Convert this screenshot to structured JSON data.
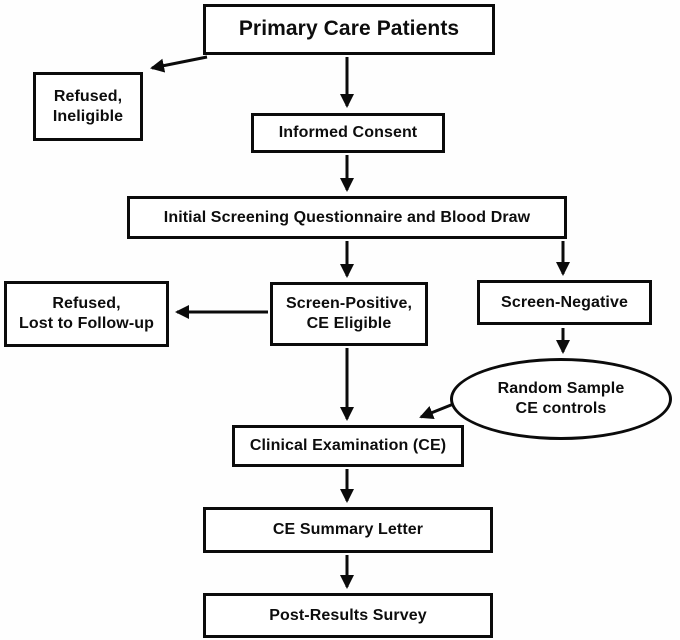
{
  "figure": {
    "type": "flowchart",
    "background_color": "#ffffff",
    "line_color": "#0b0b0b",
    "node_fill": "#ffffff",
    "text_color": "#0d0d0d"
  },
  "nodes": {
    "primary_care": {
      "label": "Primary Care Patients",
      "shape": "rect"
    },
    "refused_ineligible": {
      "label": "Refused,\nIneligible",
      "shape": "rect"
    },
    "informed_consent": {
      "label": "Informed Consent",
      "shape": "rect"
    },
    "initial_screening": {
      "label": "Initial Screening Questionnaire and Blood Draw",
      "shape": "rect"
    },
    "refused_lost": {
      "label": "Refused,\nLost to Follow-up",
      "shape": "rect"
    },
    "screen_positive": {
      "label": "Screen-Positive,\nCE Eligible",
      "shape": "rect"
    },
    "screen_negative": {
      "label": "Screen-Negative",
      "shape": "rect"
    },
    "random_sample": {
      "label": "Random Sample\nCE controls",
      "shape": "ellipse"
    },
    "clinical_exam": {
      "label": "Clinical Examination (CE)",
      "shape": "rect"
    },
    "ce_summary": {
      "label": "CE Summary Letter",
      "shape": "rect"
    },
    "post_results": {
      "label": "Post-Results Survey",
      "shape": "rect"
    }
  },
  "edges": [
    {
      "from": "primary_care",
      "to": "informed_consent"
    },
    {
      "from": "primary_care",
      "to": "refused_ineligible"
    },
    {
      "from": "informed_consent",
      "to": "initial_screening"
    },
    {
      "from": "initial_screening",
      "to": "screen_positive"
    },
    {
      "from": "initial_screening",
      "to": "screen_negative"
    },
    {
      "from": "screen_positive",
      "to": "refused_lost"
    },
    {
      "from": "screen_negative",
      "to": "random_sample"
    },
    {
      "from": "random_sample",
      "to": "clinical_exam"
    },
    {
      "from": "screen_positive",
      "to": "clinical_exam"
    },
    {
      "from": "clinical_exam",
      "to": "ce_summary"
    },
    {
      "from": "ce_summary",
      "to": "post_results"
    }
  ]
}
